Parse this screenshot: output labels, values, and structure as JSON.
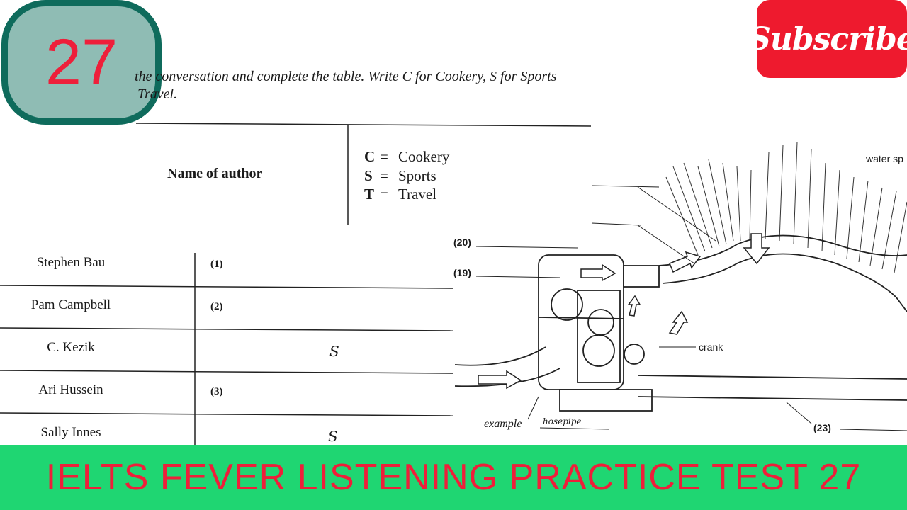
{
  "badge": {
    "number": "27"
  },
  "instructions": {
    "line1": "the conversation and complete the table. Write C for Cookery, S for Sports",
    "line2": "Travel."
  },
  "subscribe": {
    "label": "Subscribe"
  },
  "table": {
    "header_name": "Name of author",
    "legend": [
      {
        "letter": "C",
        "eq": "=",
        "word": "Cookery"
      },
      {
        "letter": "S",
        "eq": "=",
        "word": "Sports"
      },
      {
        "letter": "T",
        "eq": "=",
        "word": "Travel"
      }
    ],
    "rows": [
      {
        "name": "Stephen Bau",
        "answer": "(1)"
      },
      {
        "name": "Pam Campbell",
        "answer": "(2)"
      },
      {
        "name": "C. Kezik",
        "answer": "S"
      },
      {
        "name": "Ari Hussein",
        "answer": "(3)"
      },
      {
        "name": "Sally Innes",
        "answer": "S"
      }
    ]
  },
  "diagram": {
    "label_20": "(20)",
    "label_19": "(19)",
    "crank": "crank",
    "water": "water sp",
    "example_label": "example",
    "example_value": "hosepipe",
    "label_23": "(23)"
  },
  "footer": {
    "title": "IELTS FEVER LISTENING PRACTICE TEST 27"
  },
  "colors": {
    "red": "#ee1f3a",
    "green": "#1fd672",
    "teal": "#0f6b5c",
    "badge_fill": "#8fbcb4"
  }
}
